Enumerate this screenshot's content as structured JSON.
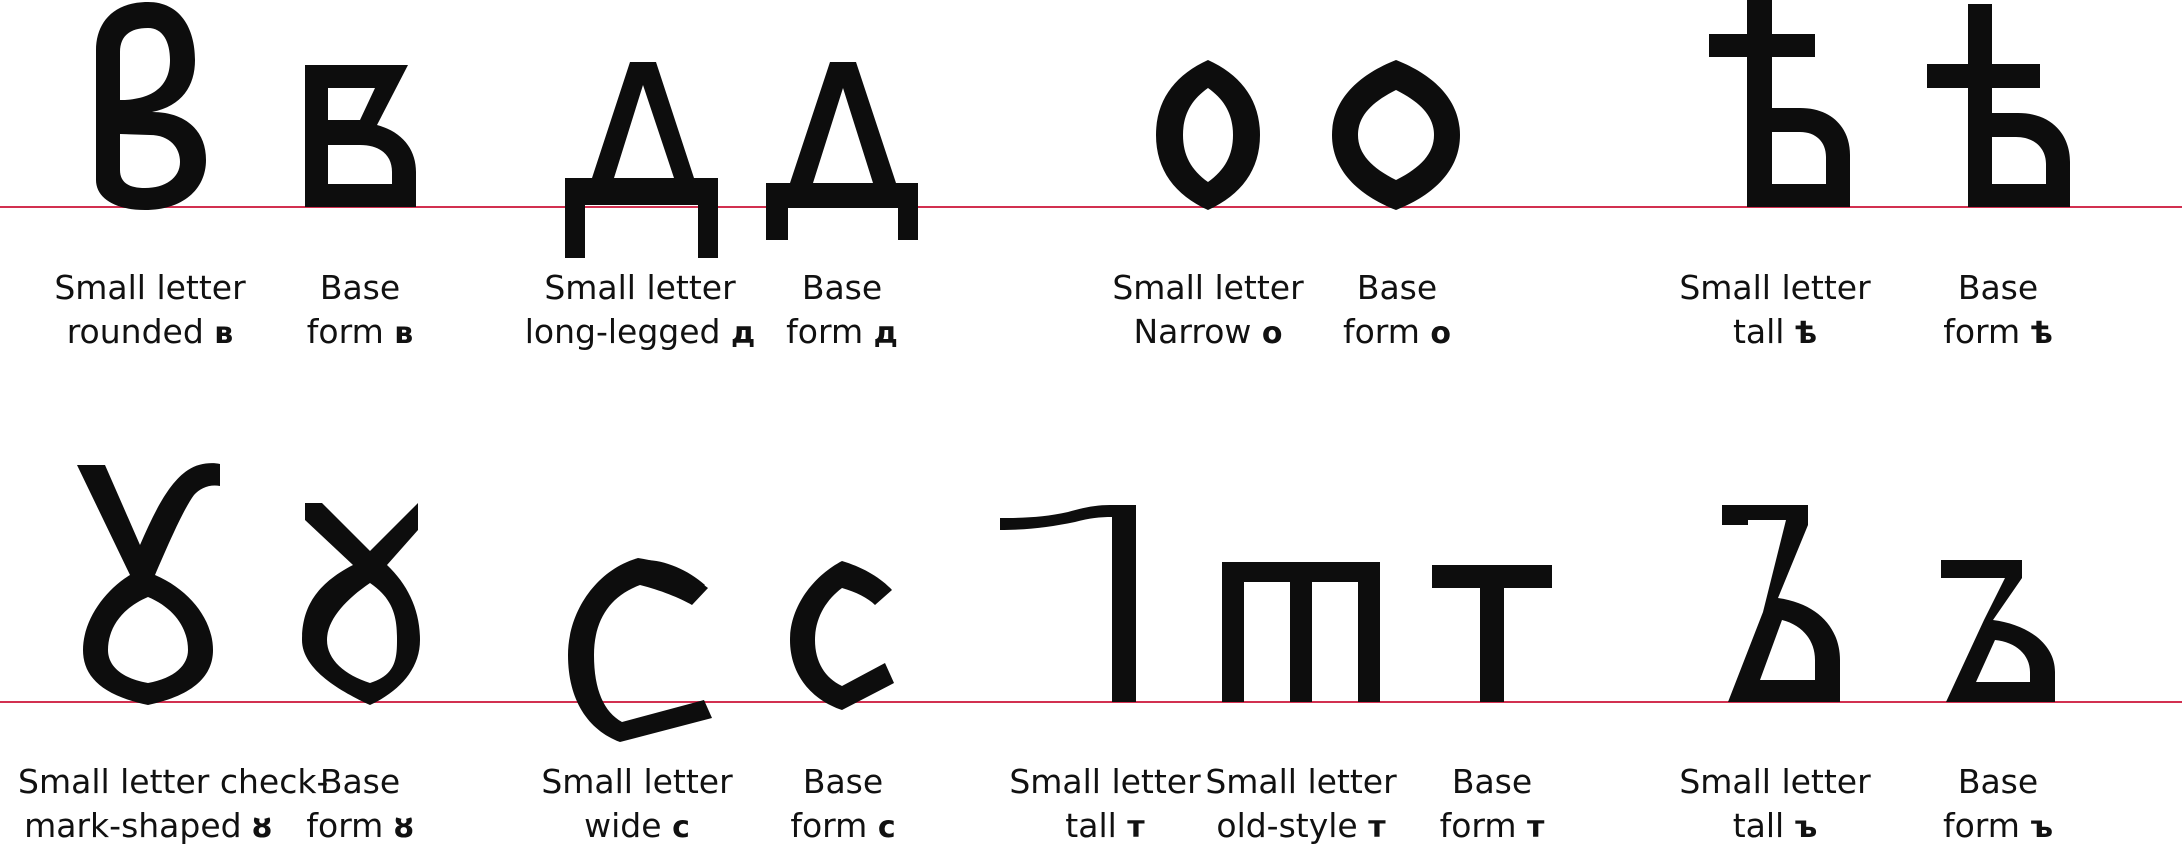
{
  "colors": {
    "ink": "#0d0d0d",
    "baseline": "#d23050",
    "text": "#111111"
  },
  "rows": [
    {
      "items": [
        {
          "name": "rounded-ve",
          "line1": "Small letter",
          "line2": "rounded",
          "glyph": "в"
        },
        {
          "name": "base-ve",
          "line1": "Base",
          "line2": "form",
          "glyph": "в"
        },
        {
          "name": "long-legged-de",
          "line1": "Small letter",
          "line2": "long-legged",
          "glyph": "д"
        },
        {
          "name": "base-de",
          "line1": "Base",
          "line2": "form",
          "glyph": "д"
        },
        {
          "name": "narrow-o",
          "line1": "Small letter",
          "line2": "Narrow",
          "glyph": "о"
        },
        {
          "name": "base-o",
          "line1": "Base",
          "line2": "form",
          "glyph": "о"
        },
        {
          "name": "tall-yat",
          "line1": "Small letter",
          "line2": "tall",
          "glyph": "ѣ"
        },
        {
          "name": "base-yat",
          "line1": "Base",
          "line2": "form",
          "glyph": "ѣ"
        }
      ]
    },
    {
      "items": [
        {
          "name": "check-mark-uk",
          "line1": "Small letter check-",
          "line2": "mark-shaped",
          "glyph": "ȣ"
        },
        {
          "name": "base-uk",
          "line1": "Base",
          "line2": "form",
          "glyph": "ȣ"
        },
        {
          "name": "wide-es",
          "line1": "Small letter",
          "line2": "wide",
          "glyph": "с"
        },
        {
          "name": "base-es",
          "line1": "Base",
          "line2": "form",
          "glyph": "с"
        },
        {
          "name": "tall-te",
          "line1": "Small letter",
          "line2": "tall",
          "glyph": "т"
        },
        {
          "name": "old-style-te",
          "line1": "Small letter",
          "line2": "old-style",
          "glyph": "т"
        },
        {
          "name": "base-te",
          "line1": "Base",
          "line2": "form",
          "glyph": "т"
        },
        {
          "name": "tall-hard-sign",
          "line1": "Small letter",
          "line2": "tall",
          "glyph": "ъ"
        },
        {
          "name": "base-hard-sign",
          "line1": "Base",
          "line2": "form",
          "glyph": "ъ"
        }
      ]
    }
  ]
}
